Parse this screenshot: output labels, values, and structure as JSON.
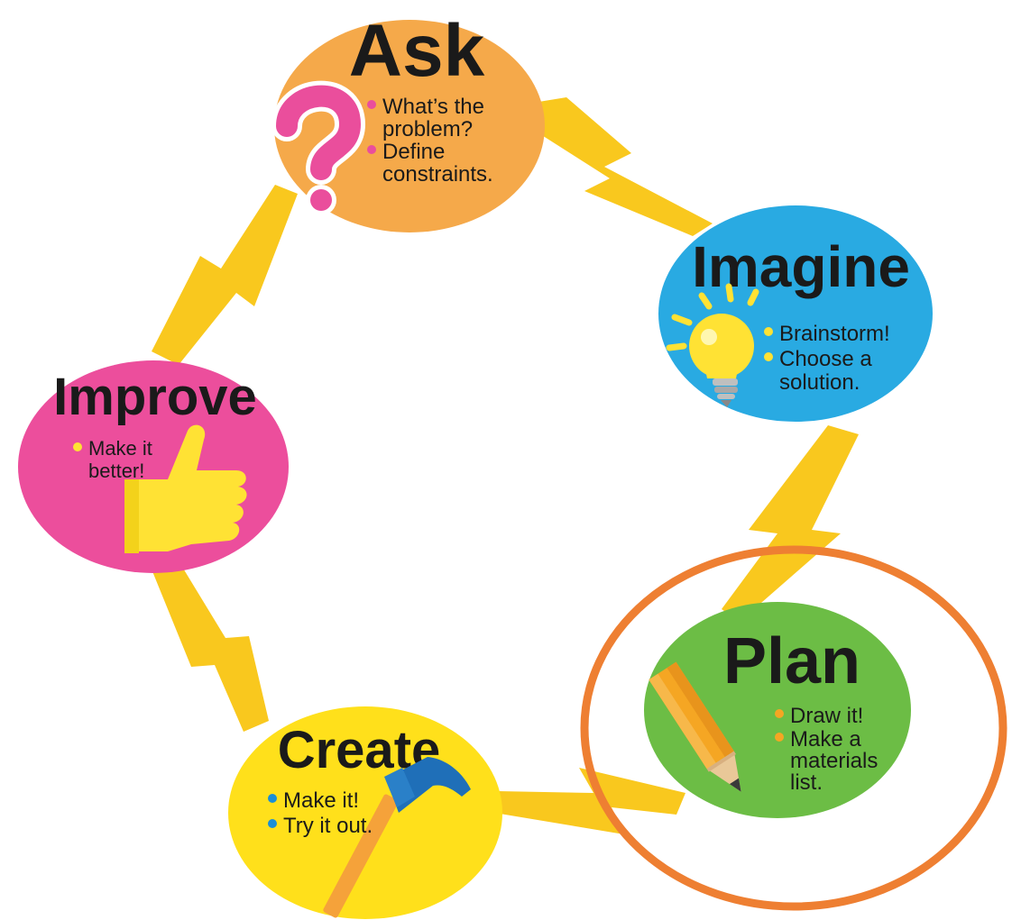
{
  "steps": {
    "ask": {
      "title": "Ask",
      "bullets": [
        "What’s the",
        "problem?",
        "Define",
        "constraints."
      ],
      "color": "#F5A94A",
      "bullet_color": "#EA4E9C",
      "icon": "question-mark-icon"
    },
    "imagine": {
      "title": "Imagine",
      "bullets": [
        "Brainstorm!",
        "Choose a",
        "solution."
      ],
      "color": "#29AAE2",
      "bullet_color": "#FFE234",
      "icon": "light-bulb-icon"
    },
    "plan": {
      "title": "Plan",
      "bullets": [
        "Draw it!",
        "Make a",
        "materials",
        "list."
      ],
      "color": "#6CBD45",
      "bullet_color": "#F5A623",
      "icon": "pencil-icon"
    },
    "create": {
      "title": "Create",
      "bullets": [
        "Make it!",
        "Try it out."
      ],
      "color": "#FFE01B",
      "bullet_color": "#1A8FD6",
      "icon": "hammer-icon"
    },
    "improve": {
      "title": "Improve",
      "bullets": [
        "Make it",
        "better!"
      ],
      "color": "#EC4E9C",
      "bullet_color": "#FFE234",
      "icon": "thumbs-up-icon"
    }
  },
  "connector_color": "#F9C81E",
  "highlight": {
    "target": "plan",
    "color": "#EE7F32"
  }
}
